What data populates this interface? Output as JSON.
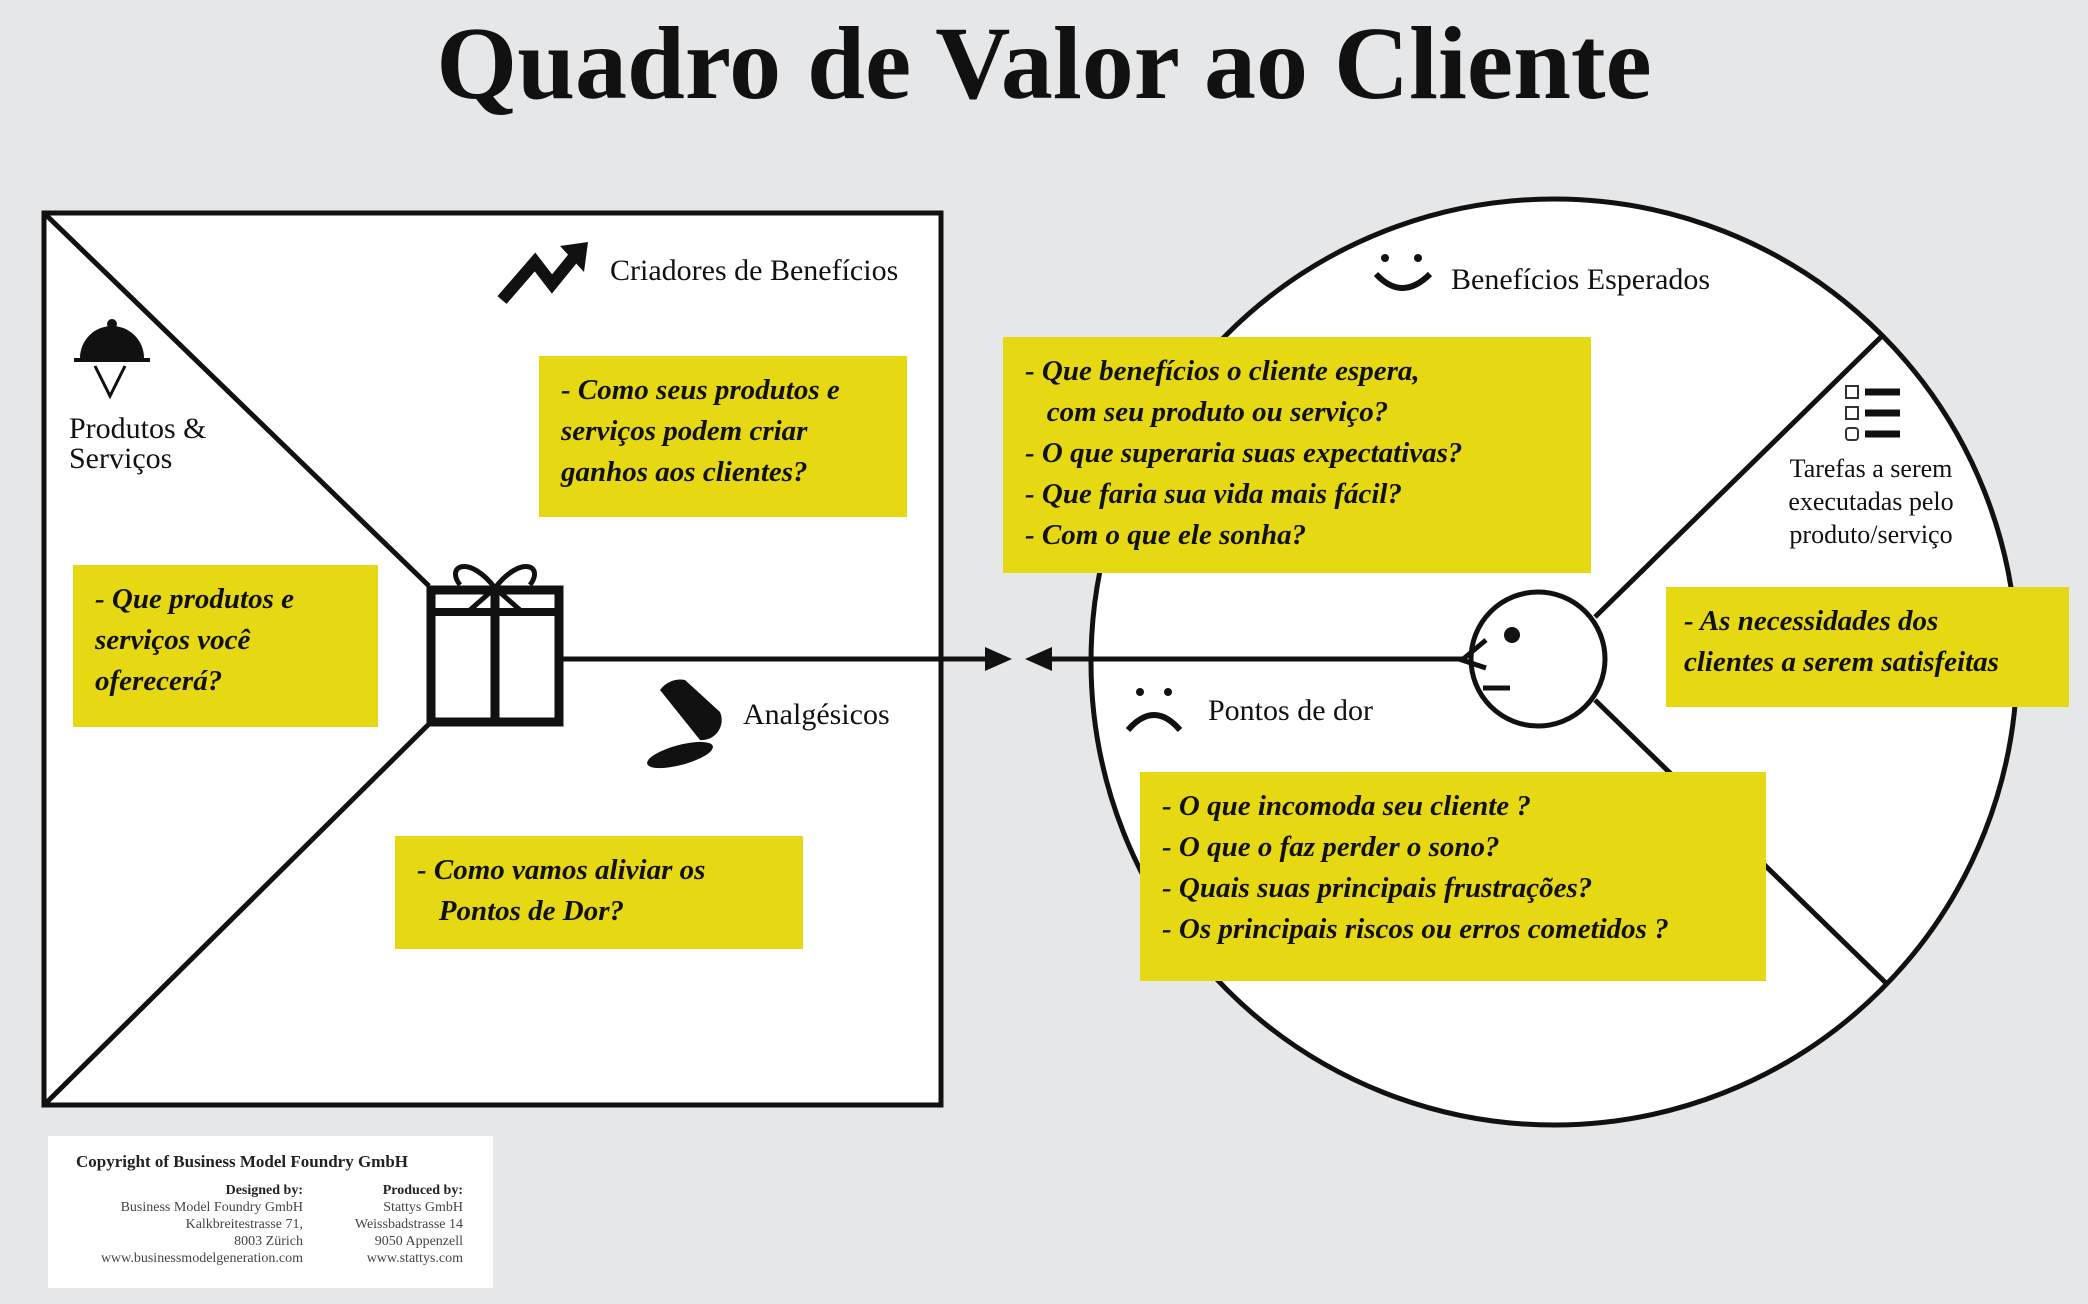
{
  "title": "Quadro de Valor ao Cliente",
  "colors": {
    "highlight": "#e6d914",
    "background": "#e6e7e9"
  },
  "value_map": {
    "gain_creators": {
      "label": "Criadores de Benefícios",
      "icon": "trending-up-icon",
      "questions": [
        "- Como seus produtos e",
        "serviços podem criar",
        "ganhos aos clientes?"
      ]
    },
    "products_services": {
      "label_lines": [
        "Produtos &",
        "Serviços"
      ],
      "icon": "cloche-icon",
      "questions": [
        "- Que produtos e",
        "serviços você",
        "oferecerá?"
      ]
    },
    "pain_relievers": {
      "label": "Analgésicos",
      "icon": "pill-icon",
      "questions": [
        "- Como vamos aliviar os",
        "   Pontos de Dor?"
      ]
    },
    "center_icon": "gift-icon"
  },
  "customer_profile": {
    "gains": {
      "label": "Benefícios Esperados",
      "icon": "smile-icon",
      "questions": [
        "- Que benefícios o cliente espera,",
        "   com seu produto ou serviço?",
        "- O que superaria suas expectativas?",
        "- Que faria sua vida mais fácil?",
        "- Com o que ele sonha?"
      ]
    },
    "jobs": {
      "label_lines": [
        "Tarefas a serem",
        "executadas pelo",
        "produto/serviço"
      ],
      "icon": "checklist-icon",
      "questions": [
        "- As necessidades dos",
        "clientes a serem satisfeitas"
      ]
    },
    "pains": {
      "label": "Pontos de dor",
      "icon": "frown-icon",
      "questions": [
        "- O que incomoda seu cliente ?",
        "- O que o faz perder o sono?",
        "- Quais suas principais frustrações?",
        "- Os principais riscos ou erros cometidos ?"
      ]
    },
    "center_icon": "customer-face-icon"
  },
  "footer": {
    "copyright": "Copyright of Business Model Foundry GmbH",
    "designed": {
      "heading": "Designed by:",
      "lines": [
        "Business Model Foundry GmbH",
        "Kalkbreitestrasse 71,",
        "8003 Zürich",
        "www.businessmodelgeneration.com"
      ]
    },
    "produced": {
      "heading": "Produced by:",
      "lines": [
        "Stattys GmbH",
        "Weissbadstrasse 14",
        "9050 Appenzell",
        "www.stattys.com"
      ]
    }
  }
}
